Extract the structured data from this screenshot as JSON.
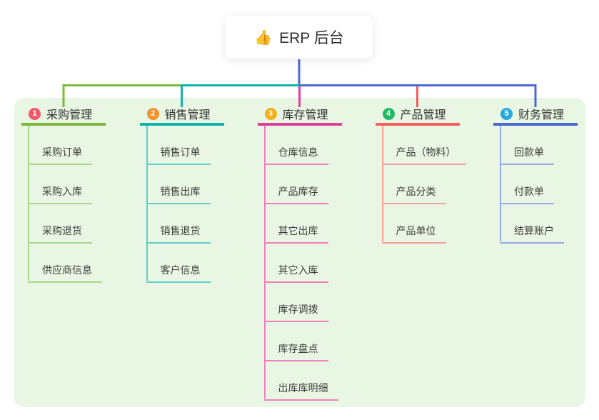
{
  "root": {
    "icon": "👍",
    "label": "ERP 后台",
    "line_color": "#4a69d2"
  },
  "panel": {
    "background": "#e8f6e3"
  },
  "branches": [
    {
      "badge": "1",
      "label": "采购管理",
      "badge_color": "#f2596b",
      "line_color": "#7cb83e",
      "child_line_color": "#a6d78a",
      "children": [
        "采购订单",
        "采购入库",
        "采购退货",
        "供应商信息"
      ]
    },
    {
      "badge": "2",
      "label": "销售管理",
      "badge_color": "#f6902d",
      "line_color": "#10b3ab",
      "child_line_color": "#5fd0c8",
      "children": [
        "销售订单",
        "销售出库",
        "销售退货",
        "客户信息"
      ]
    },
    {
      "badge": "3",
      "label": "库存管理",
      "badge_color": "#f6ae17",
      "line_color": "#dd3f9d",
      "child_line_color": "#ef7fbd",
      "children": [
        "仓库信息",
        "产品库存",
        "其它出库",
        "其它入库",
        "库存调拨",
        "库存盘点",
        "出库库明细"
      ]
    },
    {
      "badge": "4",
      "label": "产品管理",
      "badge_color": "#22bb63",
      "line_color": "#f75f5f",
      "child_line_color": "#f89f9a",
      "children": [
        "产品（物料）",
        "产品分类",
        "产品单位"
      ]
    },
    {
      "badge": "5",
      "label": "财务管理",
      "badge_color": "#2ba7e0",
      "line_color": "#4a69d2",
      "child_line_color": "#93abe6",
      "children": [
        "回款单",
        "付款单",
        "结算账户"
      ]
    }
  ]
}
